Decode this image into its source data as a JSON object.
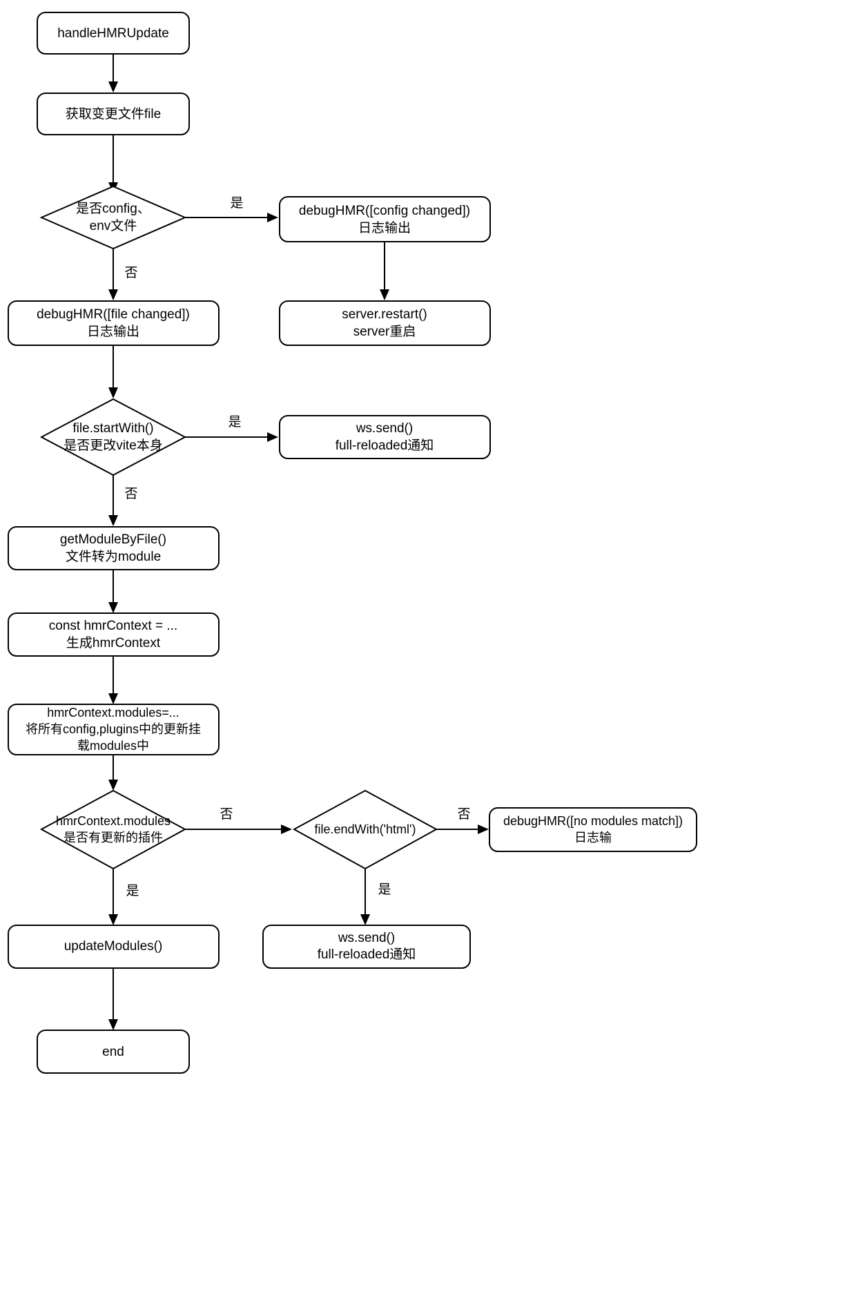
{
  "diagram": {
    "type": "flowchart",
    "orientation": "top-down",
    "title": "handleHMRUpdate flow",
    "colors": {
      "background": "#ffffff",
      "stroke": "#000000",
      "node_fill": "#ffffff",
      "text": "#000000"
    },
    "nodes": [
      {
        "id": "start",
        "shape": "rounded-rect",
        "lines": [
          "handleHMRUpdate"
        ]
      },
      {
        "id": "get-file",
        "shape": "rounded-rect",
        "lines": [
          "获取变更文件file"
        ]
      },
      {
        "id": "is-config-env",
        "shape": "diamond",
        "lines": [
          "是否config、",
          "env文件"
        ]
      },
      {
        "id": "debug-config-changed",
        "shape": "rounded-rect",
        "lines": [
          "debugHMR([config changed])",
          "日志输出"
        ]
      },
      {
        "id": "server-restart",
        "shape": "rounded-rect",
        "lines": [
          "server.restart()",
          "server重启"
        ]
      },
      {
        "id": "debug-file-changed",
        "shape": "rounded-rect",
        "lines": [
          "debugHMR([file changed])",
          "日志输出"
        ]
      },
      {
        "id": "file-startwith",
        "shape": "diamond",
        "lines": [
          "file.startWith()",
          "是否更改vite本身"
        ]
      },
      {
        "id": "ws-send-full-reload-1",
        "shape": "rounded-rect",
        "lines": [
          "ws.send()",
          "full-reloaded通知"
        ]
      },
      {
        "id": "get-module-by-file",
        "shape": "rounded-rect",
        "lines": [
          "getModuleByFile()",
          "文件转为module"
        ]
      },
      {
        "id": "const-hmrcontext",
        "shape": "rounded-rect",
        "lines": [
          "const hmrContext = ...",
          "生成hmrContext"
        ]
      },
      {
        "id": "hmrcontext-modules-assign",
        "shape": "rounded-rect",
        "lines": [
          "hmrContext.modules=...",
          "将所有config,plugins中的更新挂",
          "载modules中"
        ]
      },
      {
        "id": "hmrcontext-modules-check",
        "shape": "diamond",
        "lines": [
          "hmrContext.modules",
          "是否有更新的插件"
        ]
      },
      {
        "id": "file-endwith-html",
        "shape": "diamond",
        "lines": [
          "file.endWith('html')"
        ]
      },
      {
        "id": "debug-no-modules-match",
        "shape": "rounded-rect",
        "lines": [
          "debugHMR([no modules match])",
          "日志输"
        ]
      },
      {
        "id": "update-modules",
        "shape": "rounded-rect",
        "lines": [
          "updateModules()"
        ]
      },
      {
        "id": "ws-send-full-reload-2",
        "shape": "rounded-rect",
        "lines": [
          "ws.send()",
          "full-reloaded通知"
        ]
      },
      {
        "id": "end",
        "shape": "rounded-rect",
        "lines": [
          "end"
        ]
      }
    ],
    "edges": [
      {
        "id": "e1",
        "from": "start",
        "to": "get-file",
        "label": ""
      },
      {
        "id": "e2",
        "from": "get-file",
        "to": "is-config-env",
        "label": ""
      },
      {
        "id": "e3",
        "from": "is-config-env",
        "to": "debug-config-changed",
        "label": "是"
      },
      {
        "id": "e4",
        "from": "debug-config-changed",
        "to": "server-restart",
        "label": ""
      },
      {
        "id": "e5",
        "from": "is-config-env",
        "to": "debug-file-changed",
        "label": "否"
      },
      {
        "id": "e6",
        "from": "debug-file-changed",
        "to": "file-startwith",
        "label": ""
      },
      {
        "id": "e7",
        "from": "file-startwith",
        "to": "ws-send-full-reload-1",
        "label": "是"
      },
      {
        "id": "e8",
        "from": "file-startwith",
        "to": "get-module-by-file",
        "label": "否"
      },
      {
        "id": "e9",
        "from": "get-module-by-file",
        "to": "const-hmrcontext",
        "label": ""
      },
      {
        "id": "e10",
        "from": "const-hmrcontext",
        "to": "hmrcontext-modules-assign",
        "label": ""
      },
      {
        "id": "e11",
        "from": "hmrcontext-modules-assign",
        "to": "hmrcontext-modules-check",
        "label": ""
      },
      {
        "id": "e12",
        "from": "hmrcontext-modules-check",
        "to": "file-endwith-html",
        "label": "否"
      },
      {
        "id": "e13",
        "from": "file-endwith-html",
        "to": "debug-no-modules-match",
        "label": "否"
      },
      {
        "id": "e14",
        "from": "hmrcontext-modules-check",
        "to": "update-modules",
        "label": "是"
      },
      {
        "id": "e15",
        "from": "file-endwith-html",
        "to": "ws-send-full-reload-2",
        "label": "是"
      },
      {
        "id": "e16",
        "from": "update-modules",
        "to": "end",
        "label": ""
      }
    ],
    "labels": {
      "yes": "是",
      "no": "否"
    }
  }
}
